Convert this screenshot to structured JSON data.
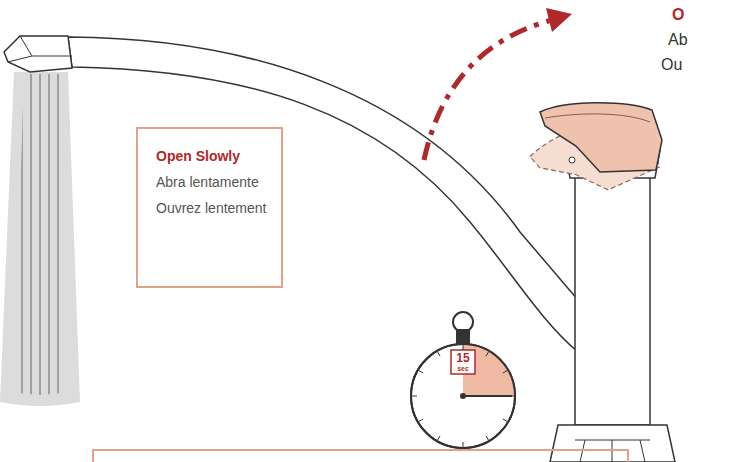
{
  "diagram": {
    "nodes": [
      {
        "text": [
          "Open Slowly",
          "Abra lentamente",
          "Ouvrez lentement"
        ]
      }
    ],
    "labels": [
      "O",
      "Ab",
      "Ou",
      "15",
      "sec"
    ]
  }
}
